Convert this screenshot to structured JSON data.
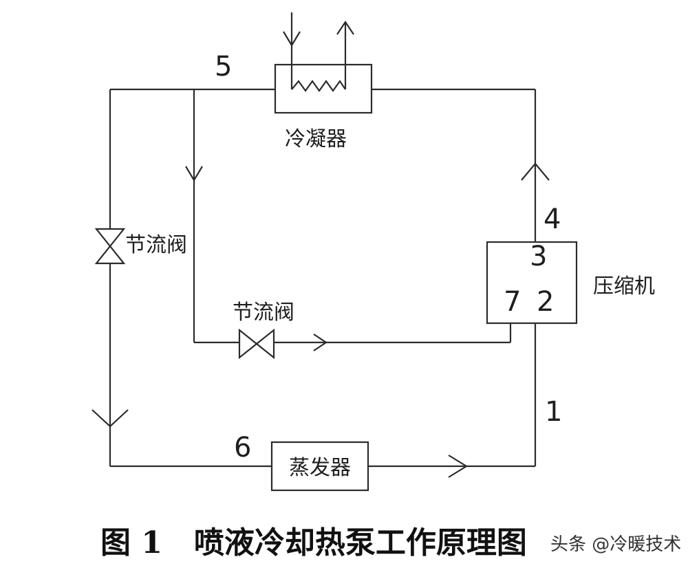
{
  "components": {
    "condenser": "冷凝器",
    "evaporator": "蒸发器",
    "compressor": "压缩机",
    "throttle_valve_main": "节流阀",
    "throttle_valve_injection": "节流阀"
  },
  "points": {
    "p1": "1",
    "p2": "2",
    "p3": "3",
    "p4": "4",
    "p5": "5",
    "p6": "6",
    "p7": "7"
  },
  "caption": "图 1   喷液冷却热泵工作原理图",
  "watermark": "头条 @冷暖技术"
}
